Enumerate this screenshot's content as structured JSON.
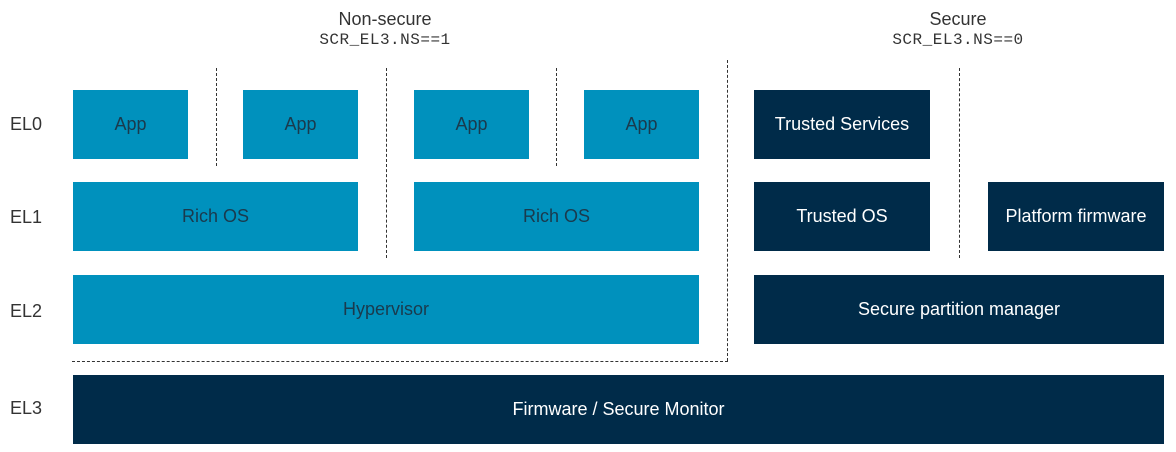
{
  "headers": {
    "non_secure": {
      "title": "Non-secure",
      "code": "SCR_EL3.NS==1"
    },
    "secure": {
      "title": "Secure",
      "code": "SCR_EL3.NS==0"
    }
  },
  "levels": [
    "EL0",
    "EL1",
    "EL2",
    "EL3"
  ],
  "el0": {
    "apps": [
      "App",
      "App",
      "App",
      "App"
    ],
    "trusted_services": "Trusted Services"
  },
  "el1": {
    "rich_os": [
      "Rich OS",
      "Rich OS"
    ],
    "trusted_os": "Trusted OS",
    "platform_firmware": "Platform firmware"
  },
  "el2": {
    "hypervisor": "Hypervisor",
    "spm": "Secure partition manager"
  },
  "el3": {
    "monitor": "Firmware / Secure Monitor"
  },
  "colors": {
    "non_secure_fill": "#0091bd",
    "secure_fill": "#002b49"
  }
}
